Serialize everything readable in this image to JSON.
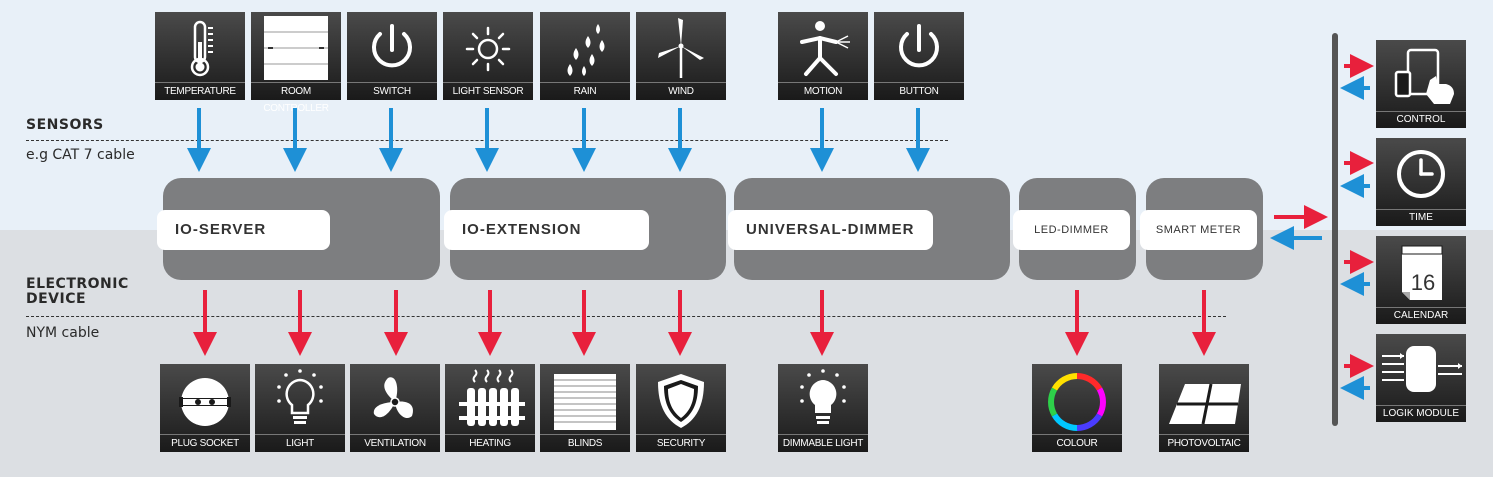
{
  "sections": {
    "sensors_label": "SENSORS",
    "sensors_cable": "e.g CAT 7 cable",
    "devices_label_1": "ELECTRONIC",
    "devices_label_2": "DEVICE",
    "devices_cable": "NYM cable"
  },
  "sensors": [
    {
      "label": "TEMPERATURE",
      "icon": "thermometer-icon"
    },
    {
      "label": "ROOM CONTROLLER",
      "icon": "room-controller-icon"
    },
    {
      "label": "SWITCH",
      "icon": "power-icon"
    },
    {
      "label": "LIGHT SENSOR",
      "icon": "sun-icon"
    },
    {
      "label": "RAIN",
      "icon": "rain-icon"
    },
    {
      "label": "WIND",
      "icon": "wind-turbine-icon"
    },
    {
      "label": "MOTION",
      "icon": "motion-icon"
    },
    {
      "label": "BUTTON",
      "icon": "power-icon"
    }
  ],
  "devices": [
    {
      "label": "IO-SERVER"
    },
    {
      "label": "IO-EXTENSION"
    },
    {
      "label": "UNIVERSAL-DIMMER"
    },
    {
      "label": "LED-DIMMER"
    },
    {
      "label": "SMART METER"
    }
  ],
  "outputs": [
    {
      "label": "PLUG SOCKET",
      "icon": "plug-socket-icon"
    },
    {
      "label": "LIGHT",
      "icon": "bulb-icon"
    },
    {
      "label": "VENTILATION",
      "icon": "fan-icon"
    },
    {
      "label": "HEATING",
      "icon": "radiator-icon"
    },
    {
      "label": "BLINDS",
      "icon": "blinds-icon"
    },
    {
      "label": "SECURITY",
      "icon": "shield-icon"
    },
    {
      "label": "DIMMABLE LIGHT",
      "icon": "dimmable-bulb-icon"
    },
    {
      "label": "COLOUR",
      "icon": "color-wheel-icon"
    },
    {
      "label": "PHOTOVOLTAIC",
      "icon": "solar-panel-icon"
    }
  ],
  "controls": [
    {
      "label": "CONTROL",
      "icon": "tablet-touch-icon"
    },
    {
      "label": "TIME",
      "icon": "clock-icon"
    },
    {
      "label": "CALENDAR",
      "icon": "calendar-icon"
    },
    {
      "label": "LOGIK MODULE",
      "icon": "logic-module-icon"
    }
  ],
  "calendar_day": "16",
  "colors": {
    "input_arrow": "#1e90d6",
    "output_arrow": "#e8203c",
    "device": "#7d7e80"
  }
}
